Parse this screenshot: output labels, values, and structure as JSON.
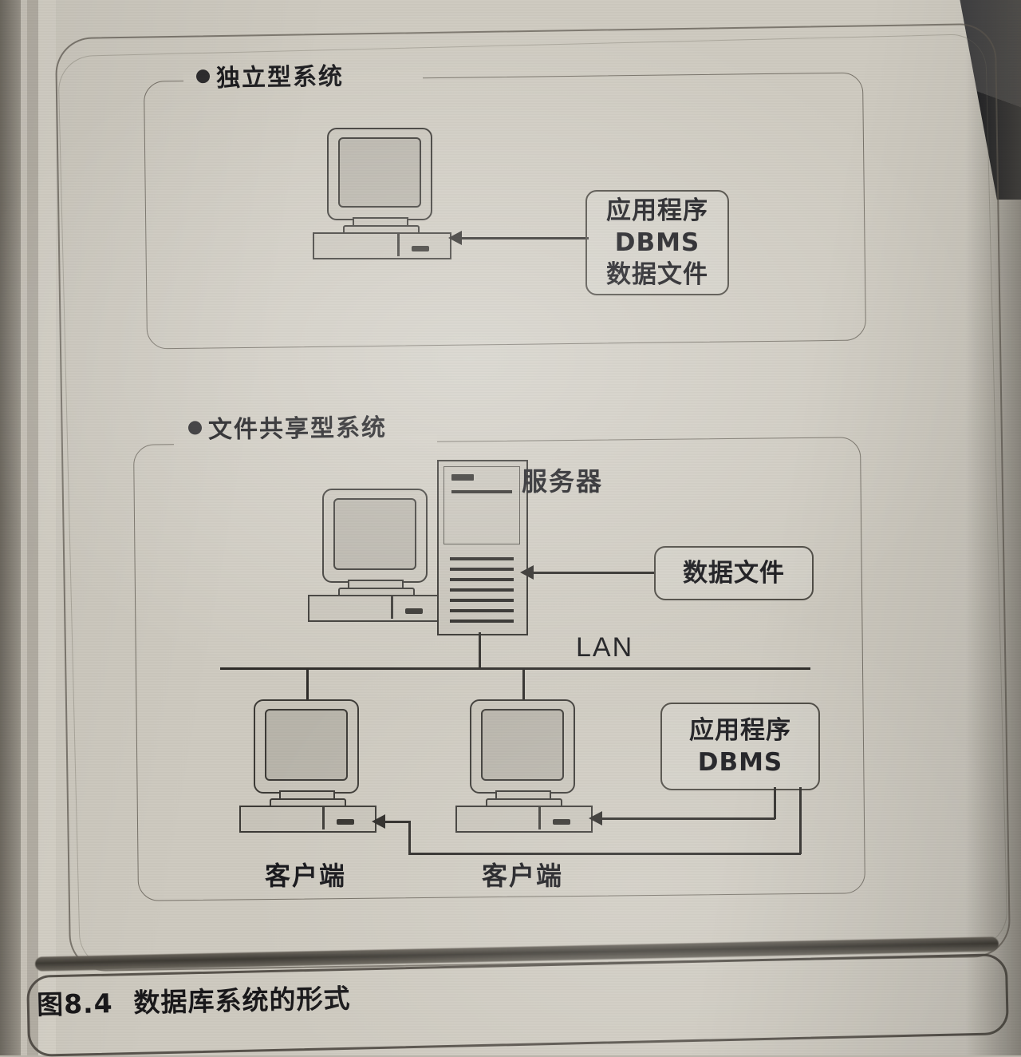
{
  "figure": {
    "caption_number": "图8.4",
    "caption_title": "数据库系统的形式"
  },
  "sections": [
    {
      "id": "standalone",
      "label": "独立型系统",
      "bullet_icon": "filled-circle-bullet-icon",
      "nodes": [
        {
          "name": "desktop-computer",
          "icon": "crt-computer-icon",
          "label": ""
        }
      ],
      "callouts": [
        {
          "lines": [
            "应用程序",
            "DBMS",
            "数据文件"
          ]
        }
      ],
      "connectors": [
        {
          "from": "callout-standalone",
          "to": "desktop-computer",
          "arrow": "left"
        }
      ]
    },
    {
      "id": "file-sharing",
      "label": "文件共享型系统",
      "bullet_icon": "filled-circle-bullet-icon",
      "nodes": [
        {
          "name": "server-computer",
          "icon": "crt-computer-icon",
          "label": ""
        },
        {
          "name": "server-tower",
          "icon": "server-tower-icon",
          "label": "服务器"
        },
        {
          "name": "client-left",
          "icon": "crt-computer-icon",
          "label": "客户端"
        },
        {
          "name": "client-right",
          "icon": "crt-computer-icon",
          "label": "客户端"
        }
      ],
      "network": {
        "label": "LAN",
        "type": "bus"
      },
      "callouts": [
        {
          "lines": [
            "数据文件"
          ]
        },
        {
          "lines": [
            "应用程序",
            "DBMS"
          ]
        }
      ],
      "connectors": [
        {
          "from": "callout-data-file",
          "to": "server-tower",
          "arrow": "left"
        },
        {
          "from": "callout-app-dbms",
          "to": "client-right",
          "arrow": "left"
        },
        {
          "from": "callout-app-dbms",
          "to": "client-left",
          "arrow": "left"
        }
      ]
    }
  ],
  "labels": {
    "server": "服务器",
    "client": "客户端",
    "lan": "LAN",
    "app": "应用程序",
    "dbms": "DBMS",
    "data_file": "数据文件"
  },
  "colors": {
    "ink": "#16161a",
    "line": "#2c2a27",
    "frame": "#5d584f",
    "paper": "#d2cec4"
  }
}
